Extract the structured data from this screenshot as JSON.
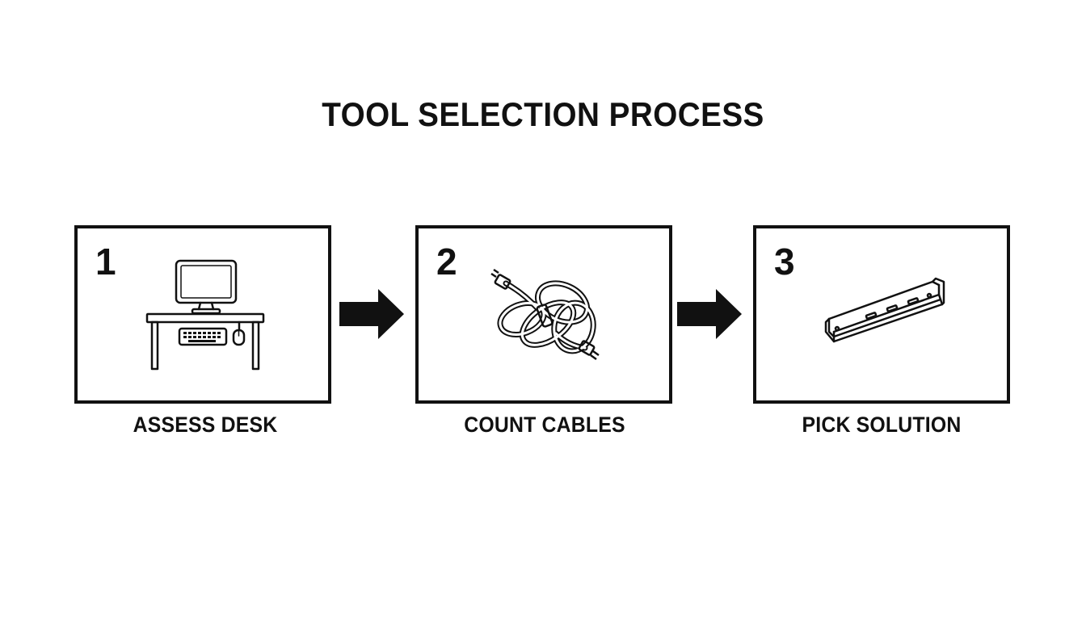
{
  "title": "TOOL SELECTION PROCESS",
  "steps": [
    {
      "number": "1",
      "label": "ASSESS DESK",
      "icon": "desk-computer-icon"
    },
    {
      "number": "2",
      "label": "COUNT CABLES",
      "icon": "coiled-cable-icon"
    },
    {
      "number": "3",
      "label": "PICK SOLUTION",
      "icon": "cable-tray-icon"
    }
  ],
  "colors": {
    "ink": "#111111",
    "background": "#ffffff"
  }
}
